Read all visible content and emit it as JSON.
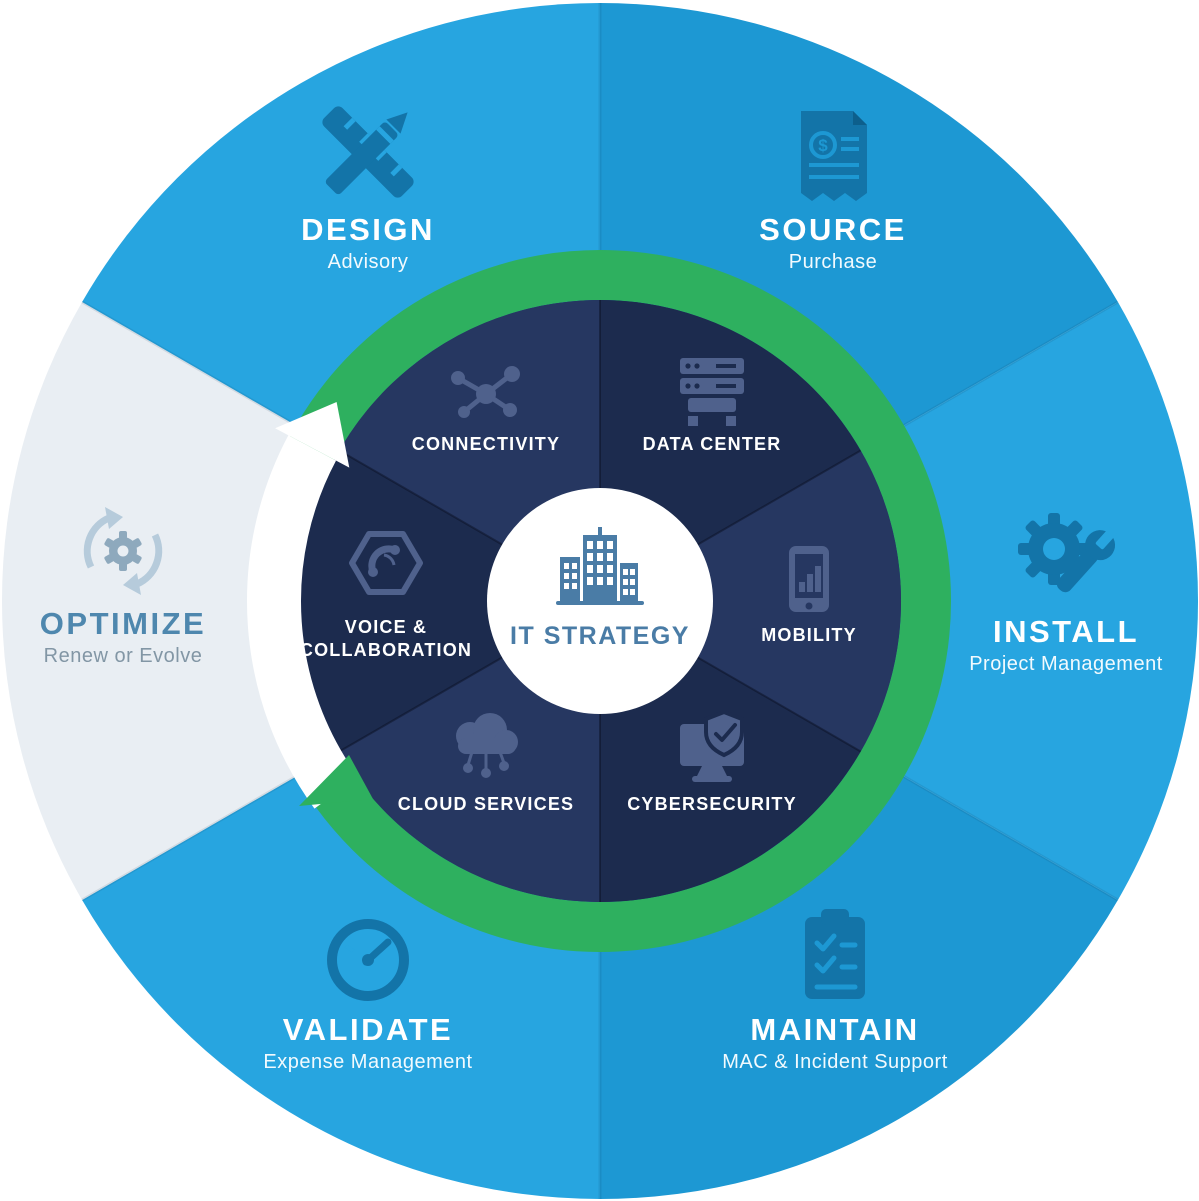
{
  "diagram": {
    "center": {
      "label": "IT STRATEGY"
    },
    "icons": {
      "dollar": "$"
    },
    "outer_segments": [
      {
        "label": "DESIGN",
        "sublabel": "Advisory"
      },
      {
        "label": "SOURCE",
        "sublabel": "Purchase"
      },
      {
        "label": "INSTALL",
        "sublabel": "Project Management"
      },
      {
        "label": "MAINTAIN",
        "sublabel": "MAC & Incident Support"
      },
      {
        "label": "VALIDATE",
        "sublabel": "Expense Management"
      },
      {
        "label": "OPTIMIZE",
        "sublabel": "Renew or Evolve"
      }
    ],
    "inner_segments": [
      {
        "label": "CONNECTIVITY"
      },
      {
        "label": "DATA CENTER"
      },
      {
        "label": "MOBILITY"
      },
      {
        "label": "CYBERSECURITY"
      },
      {
        "label": "CLOUD SERVICES"
      },
      {
        "label_lines": [
          "VOICE &",
          "COLLABORATION"
        ]
      }
    ],
    "palette": {
      "outer_blue_light": "#27a5e0",
      "outer_blue_dark": "#1d98d3",
      "optimize_gray": "#e9eef3",
      "green_ring": "#2eb05f",
      "inner_navy_dark": "#1c2b4e",
      "inner_navy_light": "#263761",
      "accent_text_blue": "#4a7ca6",
      "outer_icon_blue": "#1374a8",
      "inner_icon_slate": "#4f618c",
      "white": "#ffffff"
    }
  }
}
